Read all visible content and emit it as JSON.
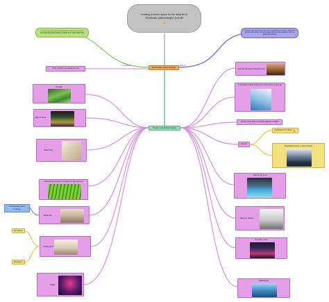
{
  "root": {
    "line1": "Creating a Brown space for the daily life of",
    "line2": "\"bioclimatic paleontologist\" juvenile",
    "icon": "trophy-icon"
  },
  "left_note": "In a very dry cold place she decided to return to her way of understanding (paleontology) needed to be seasonally hugs.",
  "right_note": "Facilitate drawing steps of the WWF, expanding the lesser fragmented but the work areas, and encourage with the work guideline, with the guide and a study.",
  "conditions_label": "Conditions",
  "effects_label": "Effects",
  "central_topic": "Bioclimatic paleontologist",
  "main_topic": "Create a dedicated space",
  "reading_node": "Daily gardening assignments",
  "left_items": [
    {
      "label": "Garden"
    },
    {
      "label": "Bench area"
    },
    {
      "label": "Pharmacy"
    },
    {
      "label": "Agricultural research for long-term life and food"
    },
    {
      "label": "Bedroom"
    },
    {
      "label": "Living area"
    },
    {
      "label": "Stage"
    }
  ],
  "right_items": [
    {
      "label": "Special Research Department"
    },
    {
      "label": "Transparent areas looking from the interior to the top"
    },
    {
      "label": "Library and books consulting against sunlight"
    },
    {
      "label": "Library"
    },
    {
      "label": "Swimming pool"
    },
    {
      "label": "Sample station"
    },
    {
      "label": "Foundry room"
    },
    {
      "label": "Spacepark"
    }
  ],
  "library_children": {
    "top": "Dedicated furniture",
    "bottom": "Dedicated study environments"
  },
  "bedroom_side": {
    "line1": "Connected room",
    "line2": "Lounge"
  },
  "yellow_pair": {
    "top": "Dormitory",
    "bottom": "Bedroom"
  },
  "colors": {
    "pink": "#e59fe9",
    "green": "#8ee0b4",
    "orange": "#f3a85d",
    "lime": "#b8e27e",
    "violet": "#a9a3f0",
    "blue": "#8fbaf3",
    "yellow": "#f4e07a",
    "root": "#c2c2c2"
  }
}
